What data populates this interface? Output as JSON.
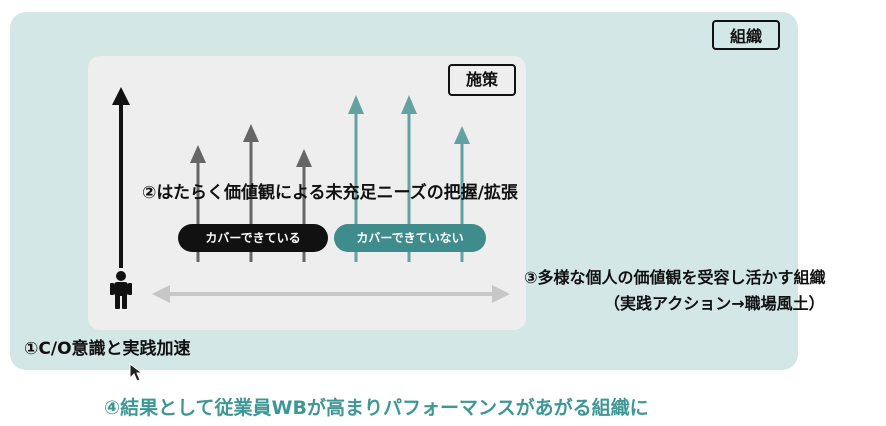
{
  "organization": {
    "label": "組織"
  },
  "measures": {
    "label": "施策"
  },
  "points": {
    "p1": "①C/O意識と実践加速",
    "p2": "②はたらく価値観による未充足ニーズの把握/拡張",
    "p3_line1": "③多様な個人の価値観を受容し活かす組織",
    "p3_line2": "（実践アクション→職場風土）",
    "p4": "④結果として従業員WBが高まりパフォーマンスがあがる組織に"
  },
  "legend": {
    "covered": "カバーできている",
    "not_covered": "カバーできていない"
  },
  "colors": {
    "organization_bg": "#d3e7e7",
    "measures_bg": "#eeeeee",
    "dark_arrow": "#666666",
    "teal_arrow": "#62a3a2",
    "teal_pill": "#3e8c8b",
    "point4_text": "#3e9796"
  },
  "icons": [
    "person-icon",
    "up-arrow-icon",
    "double-arrow-icon",
    "cursor-icon"
  ]
}
